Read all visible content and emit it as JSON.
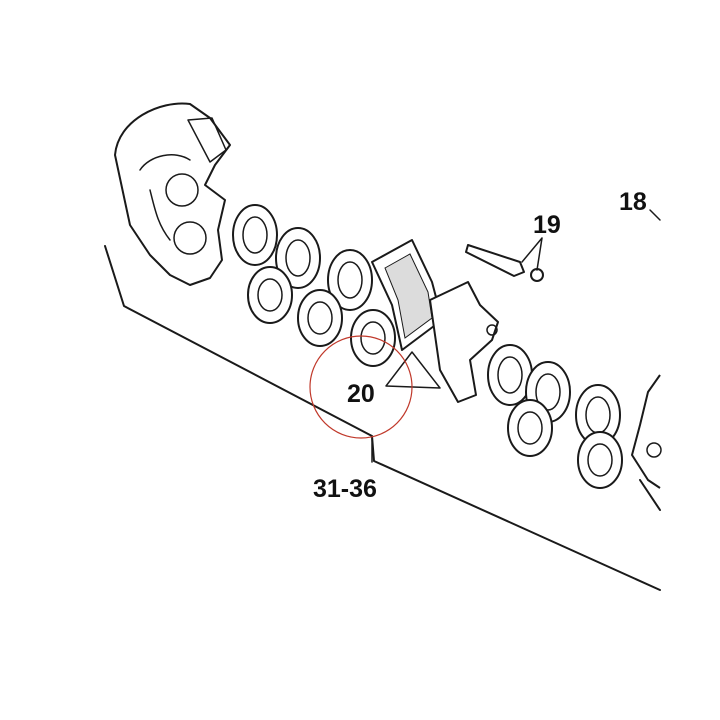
{
  "labels": {
    "part_18": "18",
    "part_19": "19",
    "part_20": "20",
    "part_range": "31-36"
  },
  "colors": {
    "ink": "#1a1a1a",
    "highlight_circle": "#c0392b",
    "background": "#ffffff"
  }
}
